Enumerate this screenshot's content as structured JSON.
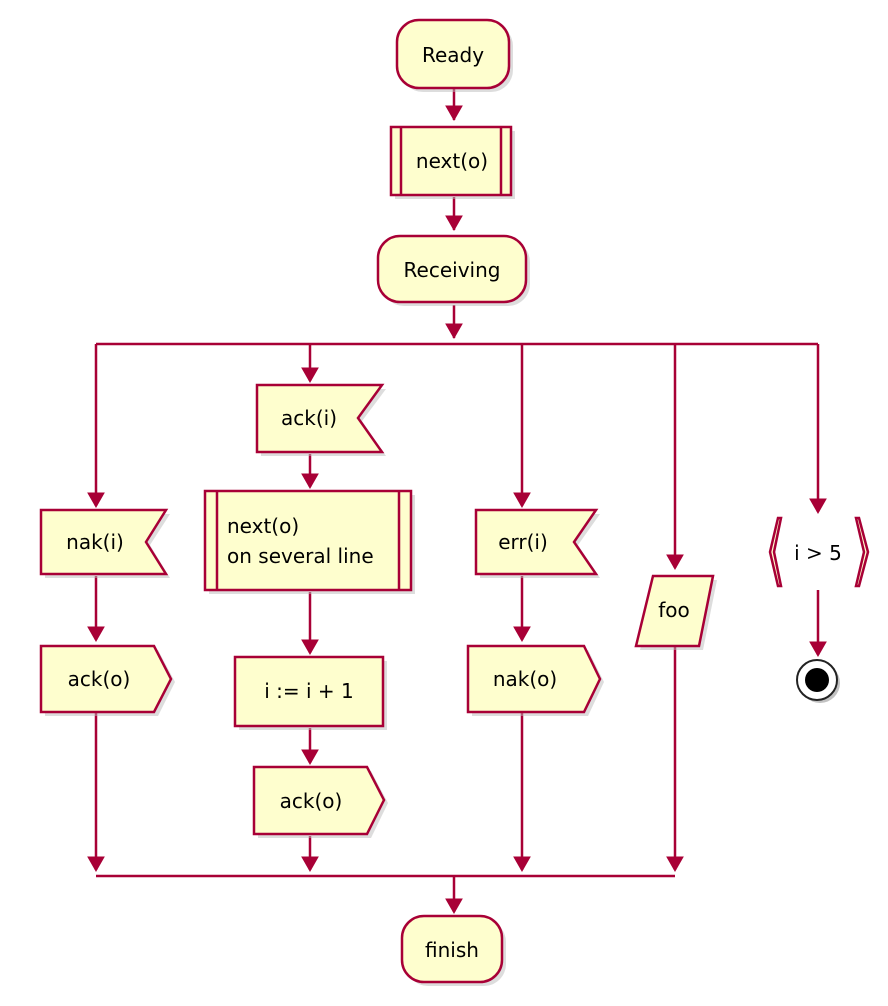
{
  "diagram": {
    "start": "Ready",
    "next_o": "next(o)",
    "receiving": "Receiving",
    "branch1": {
      "nak_i": "nak(i)",
      "ack_o": "ack(o)"
    },
    "branch2": {
      "ack_i": "ack(i)",
      "next_o_line1": "next(o)",
      "next_o_line2": "on several line",
      "increment": "i := i + 1",
      "ack_o": "ack(o)"
    },
    "branch3": {
      "err_i": "err(i)",
      "nak_o": "nak(o)"
    },
    "branch4": {
      "foo": "foo"
    },
    "branch5": {
      "condition": "i > 5"
    },
    "finish": "finish"
  }
}
